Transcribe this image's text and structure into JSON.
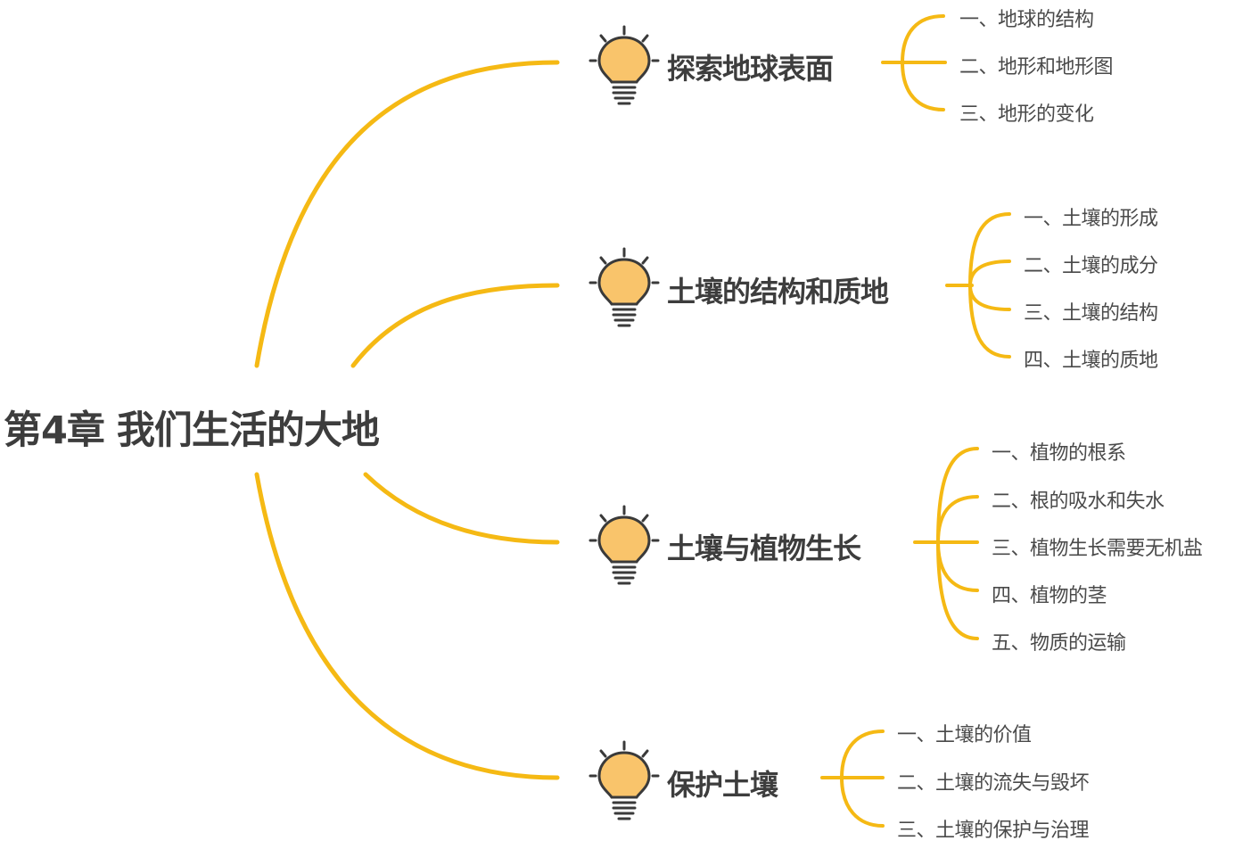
{
  "colors": {
    "line": "#f5b914",
    "bulb_fill": "#f9c46b",
    "bulb_stroke": "#3a3a3a",
    "text": "#3d3d3d"
  },
  "root": {
    "label": "第4章 我们生活的大地"
  },
  "branches": [
    {
      "label": "探索地球表面",
      "icon": "lightbulb-icon",
      "children": [
        "一、地球的结构",
        "二、地形和地形图",
        "三、地形的变化"
      ]
    },
    {
      "label": "土壤的结构和质地",
      "icon": "lightbulb-icon",
      "children": [
        "一、土壤的形成",
        "二、土壤的成分",
        "三、土壤的结构",
        "四、土壤的质地"
      ]
    },
    {
      "label": "土壤与植物生长",
      "icon": "lightbulb-icon",
      "children": [
        "一、植物的根系",
        "二、根的吸水和失水",
        "三、植物生长需要无机盐",
        "四、植物的茎",
        "五、物质的运输"
      ]
    },
    {
      "label": "保护土壤",
      "icon": "lightbulb-icon",
      "children": [
        "一、土壤的价值",
        "二、土壤的流失与毁坏",
        "三、土壤的保护与治理"
      ]
    }
  ]
}
